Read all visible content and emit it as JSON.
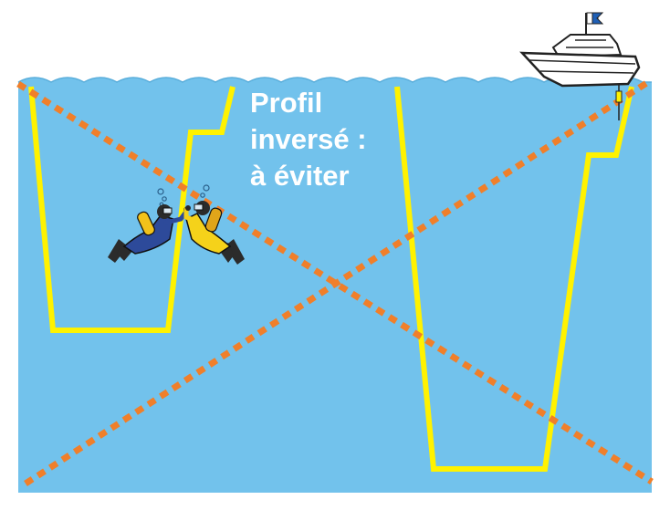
{
  "diagram": {
    "title_lines": [
      "Profil",
      "inversé :",
      "à éviter"
    ]
  },
  "colors": {
    "water": "#72c2ec",
    "dive_profile": "#fff200",
    "cross_lines": "#f07f2a",
    "boat_hull": "#ffffff",
    "flag_blue": "#1f5fb5",
    "title_text": "#ffffff"
  },
  "icons": {
    "boat": "dive-boat-icon",
    "flag": "diving-flag-icon",
    "diver_left": "scuba-diver-icon",
    "diver_right": "scuba-diver-icon"
  }
}
